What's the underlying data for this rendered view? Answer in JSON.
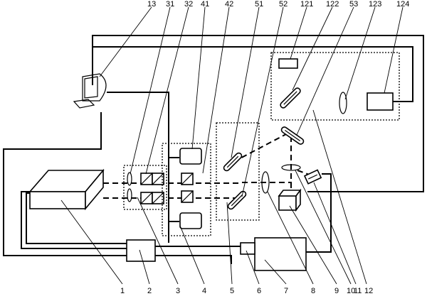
{
  "top_labels": [
    "13",
    "31",
    "32",
    "41",
    "42",
    "51",
    "52",
    "121",
    "122",
    "53",
    "123",
    "124"
  ],
  "bottom_labels": [
    "1",
    "2",
    "3",
    "4",
    "5",
    "6",
    "7",
    "8",
    "9",
    "10",
    "11",
    "12"
  ]
}
